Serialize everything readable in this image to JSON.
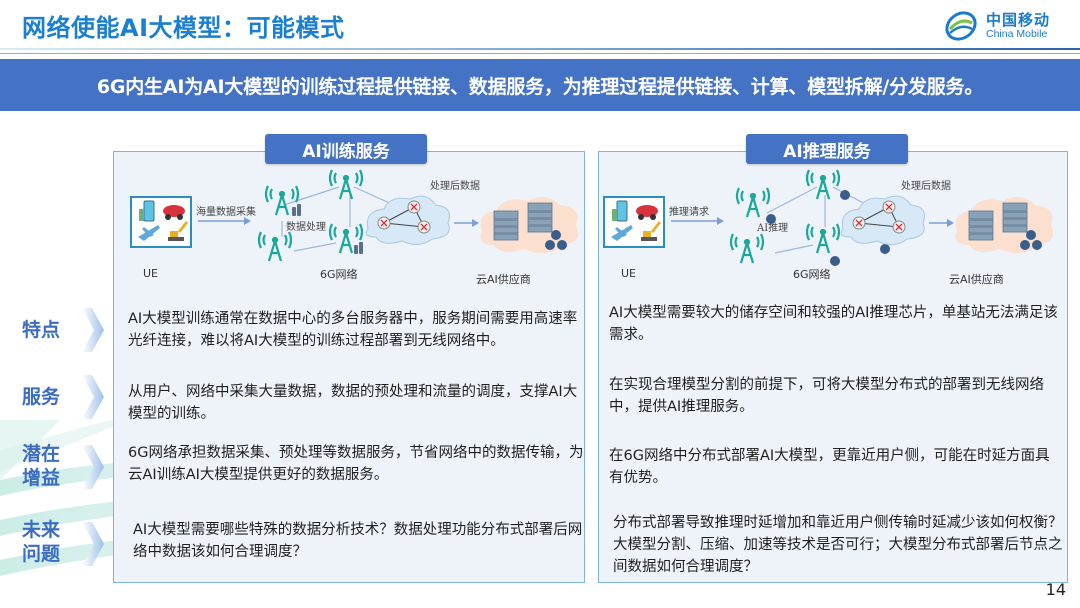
{
  "header": {
    "title": "网络使能AI大模型：可能模式",
    "logo": {
      "icon": "china-mobile-logo-icon",
      "cn": "中国移动",
      "en": "China Mobile"
    }
  },
  "banner": {
    "text": "6G内生AI为AI大模型的训练过程提供链接、数据服务，为推理过程提供链接、计算、模型拆解/分发服务。"
  },
  "panels": {
    "training": {
      "tab": "AI训练服务",
      "diagram": {
        "ue_label": "UE",
        "arrow_label": "海量数据采集",
        "network_label": "6G网络",
        "processing_label": "数据处理",
        "processed_label": "处理后数据",
        "cloud_label": "云AI供应商"
      }
    },
    "inference": {
      "tab": "AI推理服务",
      "diagram": {
        "ue_label": "UE",
        "arrow_label": "推理请求",
        "network_label": "6G网络",
        "processing_label": "AI推理",
        "processed_label": "处理后数据",
        "cloud_label": "云AI供应商"
      }
    }
  },
  "rows": [
    {
      "label": "特点",
      "training": "AI大模型训练通常在数据中心的多台服务器中，服务期间需要用高速率光纤连接，难以将AI大模型的训练过程部署到无线网络中。",
      "inference": "AI大模型需要较大的储存空间和较强的AI推理芯片，单基站无法满足该需求。"
    },
    {
      "label": "服务",
      "training": "从用户、网络中采集大量数据，数据的预处理和流量的调度，支撑AI大模型的训练。",
      "inference": "在实现合理模型分割的前提下，可将大模型分布式的部署到无线网络中，提供AI推理服务。"
    },
    {
      "label": "潜在增益",
      "label_line1": "潜在",
      "label_line2": "增益",
      "training": "6G网络承担数据采集、预处理等数据服务，节省网络中的数据传输，为云AI训练AI大模型提供更好的数据服务。",
      "inference": "在6G网络中分布式部署AI大模型，更靠近用户侧，可能在时延方面具有优势。"
    },
    {
      "label": "未来问题",
      "label_line1": "未来",
      "label_line2": "问题",
      "training": "AI大模型需要哪些特殊的数据分析技术？数据处理功能分布式部署后网络中数据该如何合理调度？",
      "inference": "分布式部署导致推理时延增加和靠近用户侧传输时延减少该如何权衡？大模型分割、压缩、加速等技术是否可行；大模型分布式部署后节点之间数据如何合理调度？"
    }
  ],
  "footer": {
    "page_number": "14"
  },
  "colors": {
    "title": "#1a7fd0",
    "banner": "#4472c4",
    "row_label": "#3b6cc1",
    "panel_bg": "#eef3fa",
    "panel_border": "#7fb4d6",
    "antenna": "#1aa89a"
  }
}
